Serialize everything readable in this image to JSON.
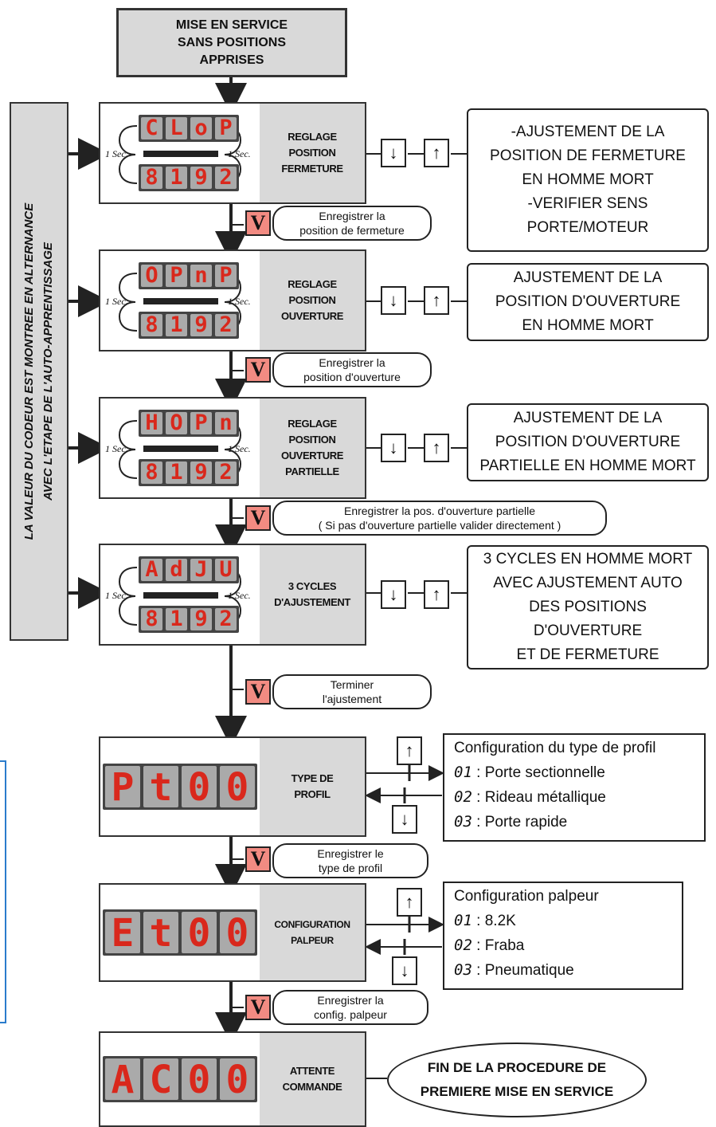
{
  "start": {
    "title": "MISE EN SERVICE\nSANS POSITIONS\nAPPRISES"
  },
  "side_note": "LA VALEUR DU CODEUR EST MONTREE EN ALTERNANCE\nAVEC L'ETAPE DE L'AUTO-APPRENTISSAGE",
  "sec_label": "1 Sec.",
  "buttons": {
    "down": "↓",
    "up": "↑",
    "validate": "V"
  },
  "steps": [
    {
      "code": [
        "C",
        "L",
        "o",
        "P"
      ],
      "value": [
        "8",
        "1",
        "9",
        "2"
      ],
      "label": "REGLAGE\nPOSITION\nFERMETURE",
      "info": "-AJUSTEMENT DE LA\nPOSITION  DE FERMETURE\nEN HOMME MORT\n-VERIFIER SENS\nPORTE/MOTEUR",
      "confirm": "Enregistrer la\nposition de fermeture"
    },
    {
      "code": [
        "O",
        "P",
        "n",
        "P"
      ],
      "value": [
        "8",
        "1",
        "9",
        "2"
      ],
      "label": "REGLAGE\nPOSITION\nOUVERTURE",
      "info": "AJUSTEMENT DE LA\nPOSITION D'OUVERTURE\nEN HOMME MORT",
      "confirm": "Enregistrer la\nposition d'ouverture"
    },
    {
      "code": [
        "H",
        "O",
        "P",
        "n"
      ],
      "value": [
        "8",
        "1",
        "9",
        "2"
      ],
      "label": "REGLAGE\nPOSITION\nOUVERTURE\nPARTIELLE",
      "info": "AJUSTEMENT DE LA\nPOSITION D'OUVERTURE\nPARTIELLE EN HOMME MORT",
      "confirm": "Enregistrer la pos. d'ouverture partielle\n( Si pas d'ouverture partielle valider directement )"
    },
    {
      "code": [
        "A",
        "d",
        "J",
        "U"
      ],
      "value": [
        "8",
        "1",
        "9",
        "2"
      ],
      "label": "3 CYCLES\nD'AJUSTEMENT",
      "info": "3 CYCLES EN HOMME MORT\nAVEC AJUSTEMENT AUTO\nDES POSITIONS\nD'OUVERTURE\nET DE FERMETURE",
      "confirm": "Terminer\nl'ajustement"
    }
  ],
  "profile": {
    "code": [
      "P",
      "t",
      "0",
      "0"
    ],
    "label": "TYPE DE\nPROFIL",
    "config_title": "Configuration du type de profil",
    "options": [
      {
        "code": "01",
        "text": ": Porte sectionnelle"
      },
      {
        "code": "02",
        "text": ": Rideau métallique"
      },
      {
        "code": "03",
        "text": ": Porte rapide"
      }
    ],
    "confirm": "Enregistrer le\ntype de profil"
  },
  "sensor": {
    "code": [
      "E",
      "t",
      "0",
      "0"
    ],
    "label": "CONFIGURATION\nPALPEUR",
    "config_title": "Configuration palpeur",
    "options": [
      {
        "code": "01",
        "text": ": 8.2K"
      },
      {
        "code": "02",
        "text": ": Fraba"
      },
      {
        "code": "03",
        "text": ": Pneumatique"
      }
    ],
    "confirm": "Enregistrer la\nconfig. palpeur"
  },
  "final": {
    "code": [
      "A",
      "C",
      "0",
      "0"
    ],
    "label": "ATTENTE\nCOMMANDE",
    "end": "FIN DE LA PROCEDURE DE\nPREMIERE MISE EN SERVICE"
  },
  "colors": {
    "panel_gray": "#d9d9d9",
    "validate_red": "#f28b82",
    "lcd_red": "#d9281c",
    "blue_frame": "#2a7ccc"
  }
}
